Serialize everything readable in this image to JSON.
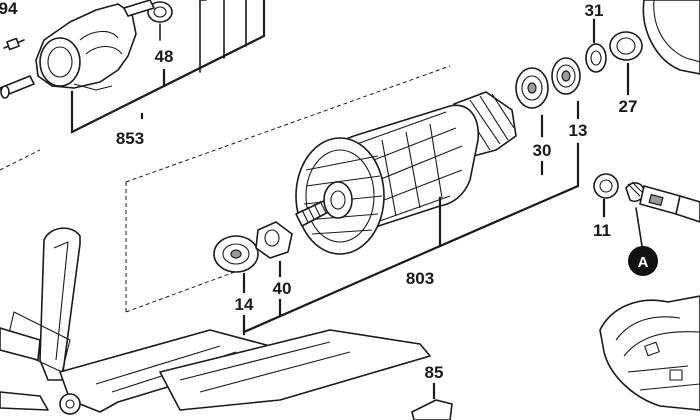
{
  "parts": {
    "p94": "94",
    "p48": "48",
    "p853": "853",
    "p31": "31",
    "p27": "27",
    "p13": "13",
    "p30": "30",
    "p11": "11",
    "p803": "803",
    "p14": "14",
    "p40": "40",
    "p85": "85"
  },
  "callout": {
    "letter": "A"
  }
}
